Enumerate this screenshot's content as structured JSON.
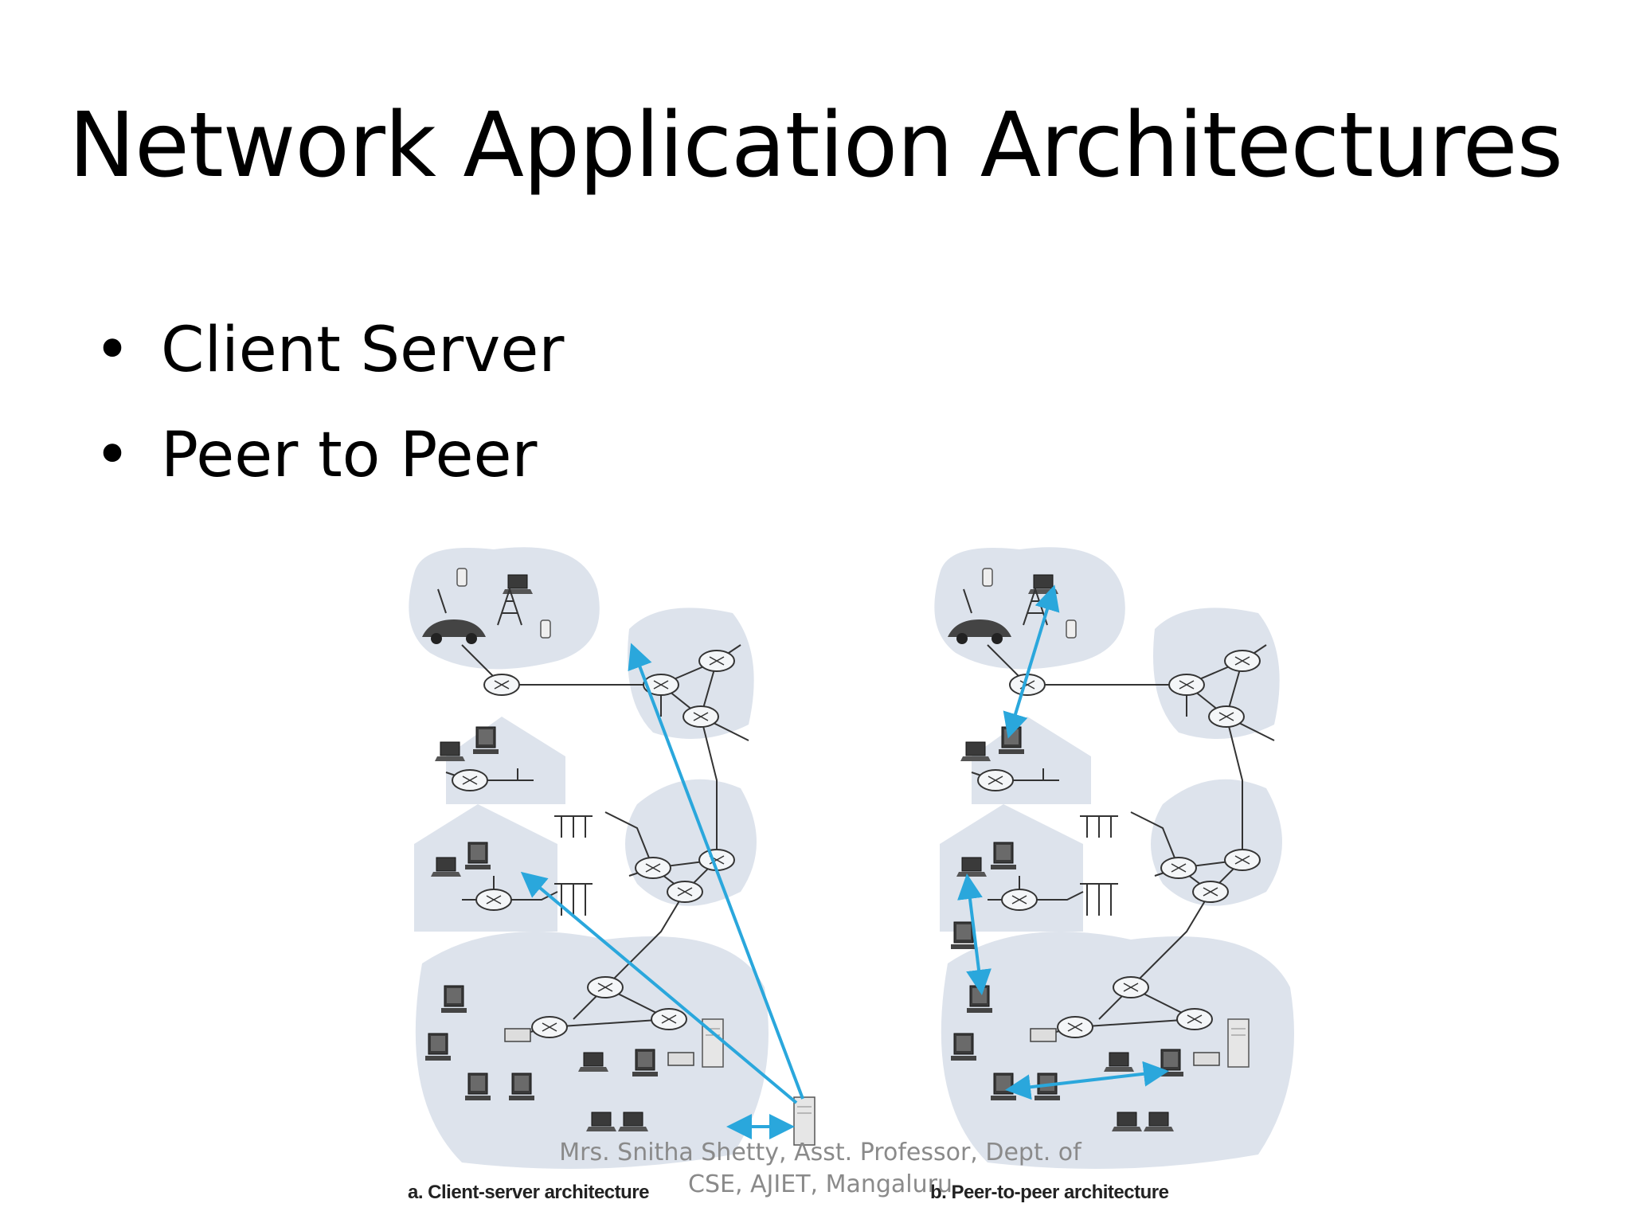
{
  "slide": {
    "title": "Network Application Architectures",
    "bullets": [
      {
        "text": "Client Server"
      },
      {
        "text": "Peer to Peer"
      }
    ]
  },
  "figure": {
    "caption_left": "a. Client-server architecture",
    "caption_right": "b. Peer-to-peer architecture",
    "colors": {
      "cloud": "#dde3ec",
      "arrow": "#2aa7dc",
      "line": "#333333"
    }
  },
  "footer": {
    "line1": "Mrs. Snitha Shetty, Asst. Professor, Dept. of",
    "line2": "CSE, AJIET, Mangaluru"
  }
}
